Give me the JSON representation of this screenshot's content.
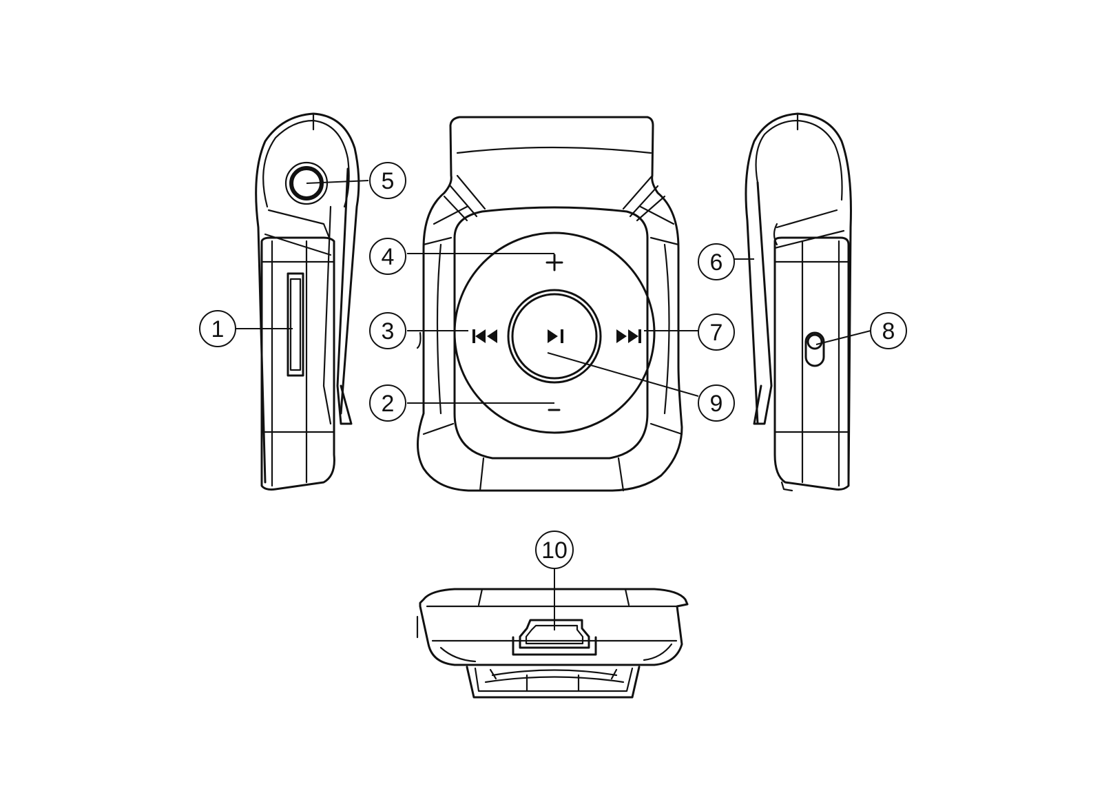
{
  "callouts": [
    {
      "id": "1",
      "label": "1"
    },
    {
      "id": "2",
      "label": "2"
    },
    {
      "id": "3",
      "label": "3"
    },
    {
      "id": "4",
      "label": "4"
    },
    {
      "id": "5",
      "label": "5"
    },
    {
      "id": "6",
      "label": "6"
    },
    {
      "id": "7",
      "label": "7"
    },
    {
      "id": "8",
      "label": "8"
    },
    {
      "id": "9",
      "label": "9"
    },
    {
      "id": "10",
      "label": "10"
    }
  ],
  "icons": {
    "volume_up": "plus-icon",
    "volume_down": "minus-icon",
    "previous": "previous-track-icon",
    "next": "next-track-icon",
    "play_pause": "play-pause-icon"
  },
  "colors": {
    "line": "#111111",
    "background": "#ffffff"
  }
}
